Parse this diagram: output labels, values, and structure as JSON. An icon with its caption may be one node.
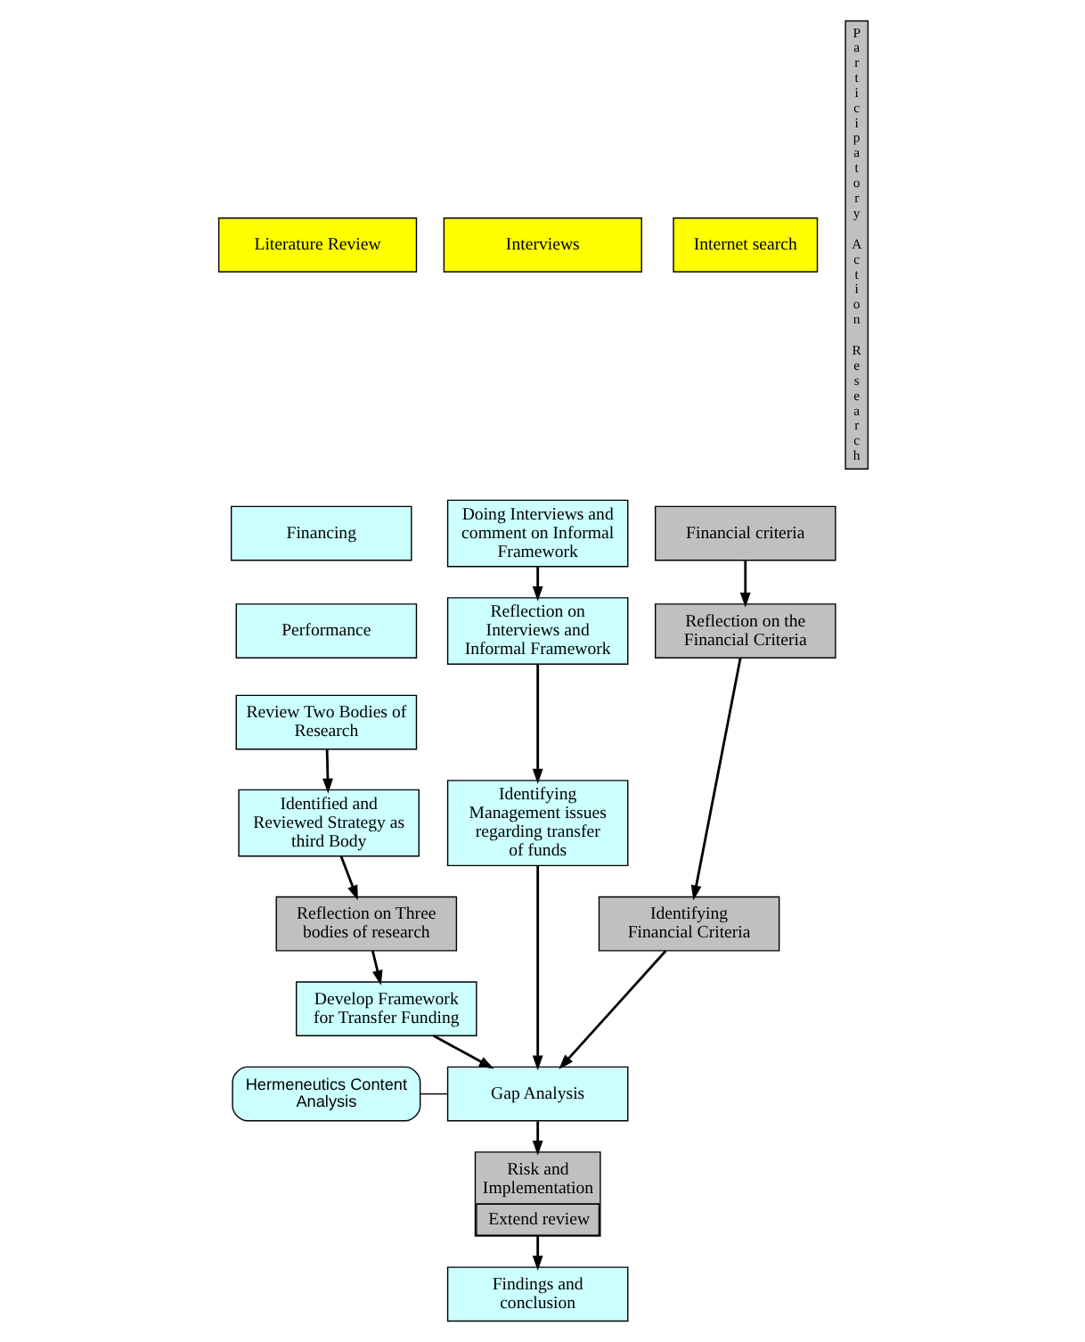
{
  "diagram": {
    "nodes": [
      {
        "text": [
          "Literature Review"
        ]
      },
      {
        "text": [
          "Participatory Action Research"
        ]
      },
      {
        "text": [
          "Interviews"
        ]
      },
      {
        "text": [
          "Internet search"
        ]
      },
      {
        "text": [
          "Financing"
        ]
      },
      {
        "text": [
          "Performance"
        ]
      },
      {
        "text": [
          "Review Two Bodies of Research"
        ]
      },
      {
        "text": [
          "Identified and Reviewed Strategy as third Body"
        ]
      },
      {
        "text": [
          "Reflection on Three bodies of research"
        ]
      },
      {
        "text": [
          "Develop Framework for Transfer Funding"
        ]
      },
      {
        "text": [
          "Doing Interviews and comment on Informal Framework"
        ]
      },
      {
        "text": [
          "Reflection on Interviews and Informal Framework"
        ]
      },
      {
        "text": [
          "Identifying Management issues regarding transfer of funds"
        ]
      },
      {
        "text": [
          "Financial criteria"
        ]
      },
      {
        "text": [
          "Reflection on the Financial Criteria"
        ]
      },
      {
        "text": [
          "Identifying Financial Criteria"
        ]
      },
      {
        "text": [
          "Gap Analysis"
        ]
      },
      {
        "text": [
          "Hermeneutics Content Analysis"
        ]
      },
      {
        "text": [
          "Risk and Implementation",
          "Extend review"
        ]
      },
      {
        "text": [
          "Findings and conclusion"
        ]
      }
    ],
    "edges": [
      {
        "from": 6,
        "to": 7,
        "arrow": "to"
      },
      {
        "from": 7,
        "to": 8,
        "arrow": "to"
      },
      {
        "from": 8,
        "to": 9,
        "arrow": "to"
      },
      {
        "from": 9,
        "to": 16,
        "arrow": "to"
      },
      {
        "from": 10,
        "to": 11,
        "arrow": "to"
      },
      {
        "from": 11,
        "to": 12,
        "arrow": "to"
      },
      {
        "from": 12,
        "to": 16,
        "arrow": "to"
      },
      {
        "from": 13,
        "to": 14,
        "arrow": "to"
      },
      {
        "from": 14,
        "to": 15,
        "arrow": "to"
      },
      {
        "from": 15,
        "to": 16,
        "arrow": "to"
      },
      {
        "from": 17,
        "to": 16,
        "arrow": "none"
      },
      {
        "from": 16,
        "to": 18,
        "arrow": "to"
      },
      {
        "from": 18,
        "to": 19,
        "arrow": "to"
      }
    ]
  }
}
